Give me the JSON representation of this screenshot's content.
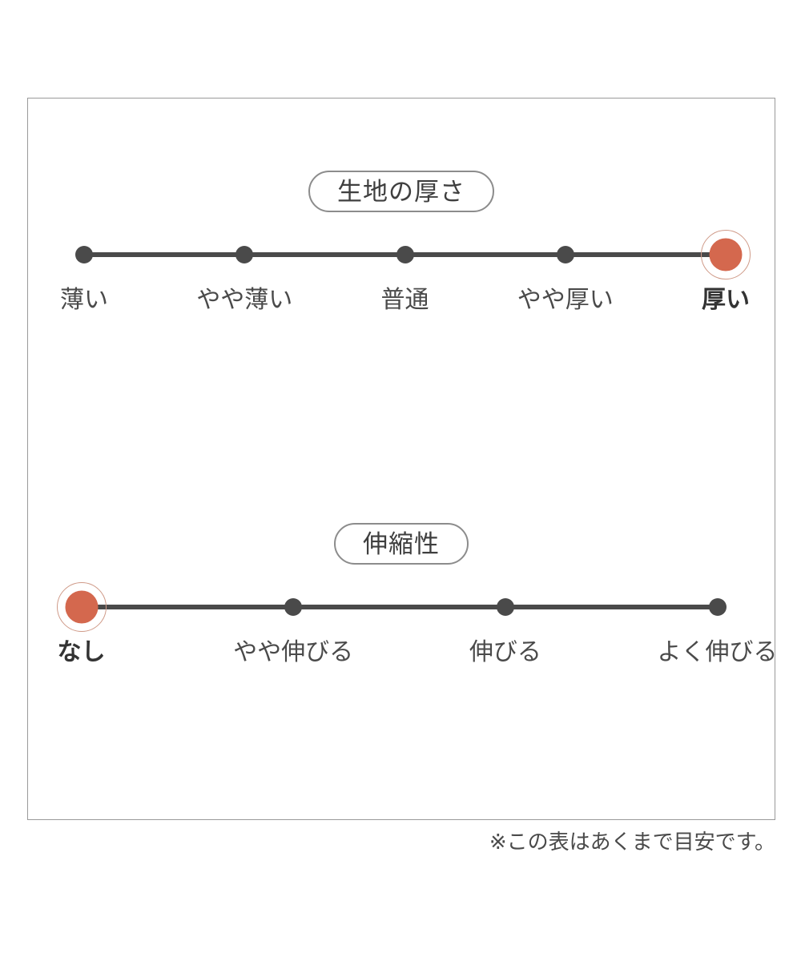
{
  "frame": {
    "border_color": "#9a9a9a"
  },
  "colors": {
    "accent": "#d4684e",
    "accent_ring": "#cf9a88",
    "track": "#4a4a4a",
    "dot": "#4a4a4a",
    "label": "#4a4a4a",
    "label_selected": "#333333",
    "badge_border": "#8c8c8c",
    "background": "#ffffff"
  },
  "sections": [
    {
      "id": "fabric-thickness",
      "badge_label": "生地の厚さ",
      "steps": [
        {
          "label": "薄い",
          "selected": false
        },
        {
          "label": "やや薄い",
          "selected": false
        },
        {
          "label": "普通",
          "selected": false
        },
        {
          "label": "やや厚い",
          "selected": false
        },
        {
          "label": "厚い",
          "selected": true
        }
      ],
      "selected_label": "厚い",
      "selected_index": 4,
      "step_count": 5
    },
    {
      "id": "stretchiness",
      "badge_label": "伸縮性",
      "steps": [
        {
          "label": "なし",
          "selected": true
        },
        {
          "label": "やや伸びる",
          "selected": false
        },
        {
          "label": "伸びる",
          "selected": false
        },
        {
          "label": "よく伸びる",
          "selected": false
        }
      ],
      "selected_label": "なし",
      "selected_index": 0,
      "step_count": 4
    }
  ],
  "footnote": "※この表はあくまで目安です。",
  "chart_data": {
    "type": "table",
    "title": "",
    "scales": [
      {
        "name": "生地の厚さ",
        "categories": [
          "薄い",
          "やや薄い",
          "普通",
          "やや厚い",
          "厚い"
        ],
        "values": [
          0,
          0,
          0,
          0,
          1
        ],
        "selected": "厚い",
        "selected_index": 4
      },
      {
        "name": "伸縮性",
        "categories": [
          "なし",
          "やや伸びる",
          "伸びる",
          "よく伸びる"
        ],
        "values": [
          1,
          0,
          0,
          0
        ],
        "selected": "なし",
        "selected_index": 0
      }
    ],
    "note": "※この表はあくまで目安です。"
  }
}
